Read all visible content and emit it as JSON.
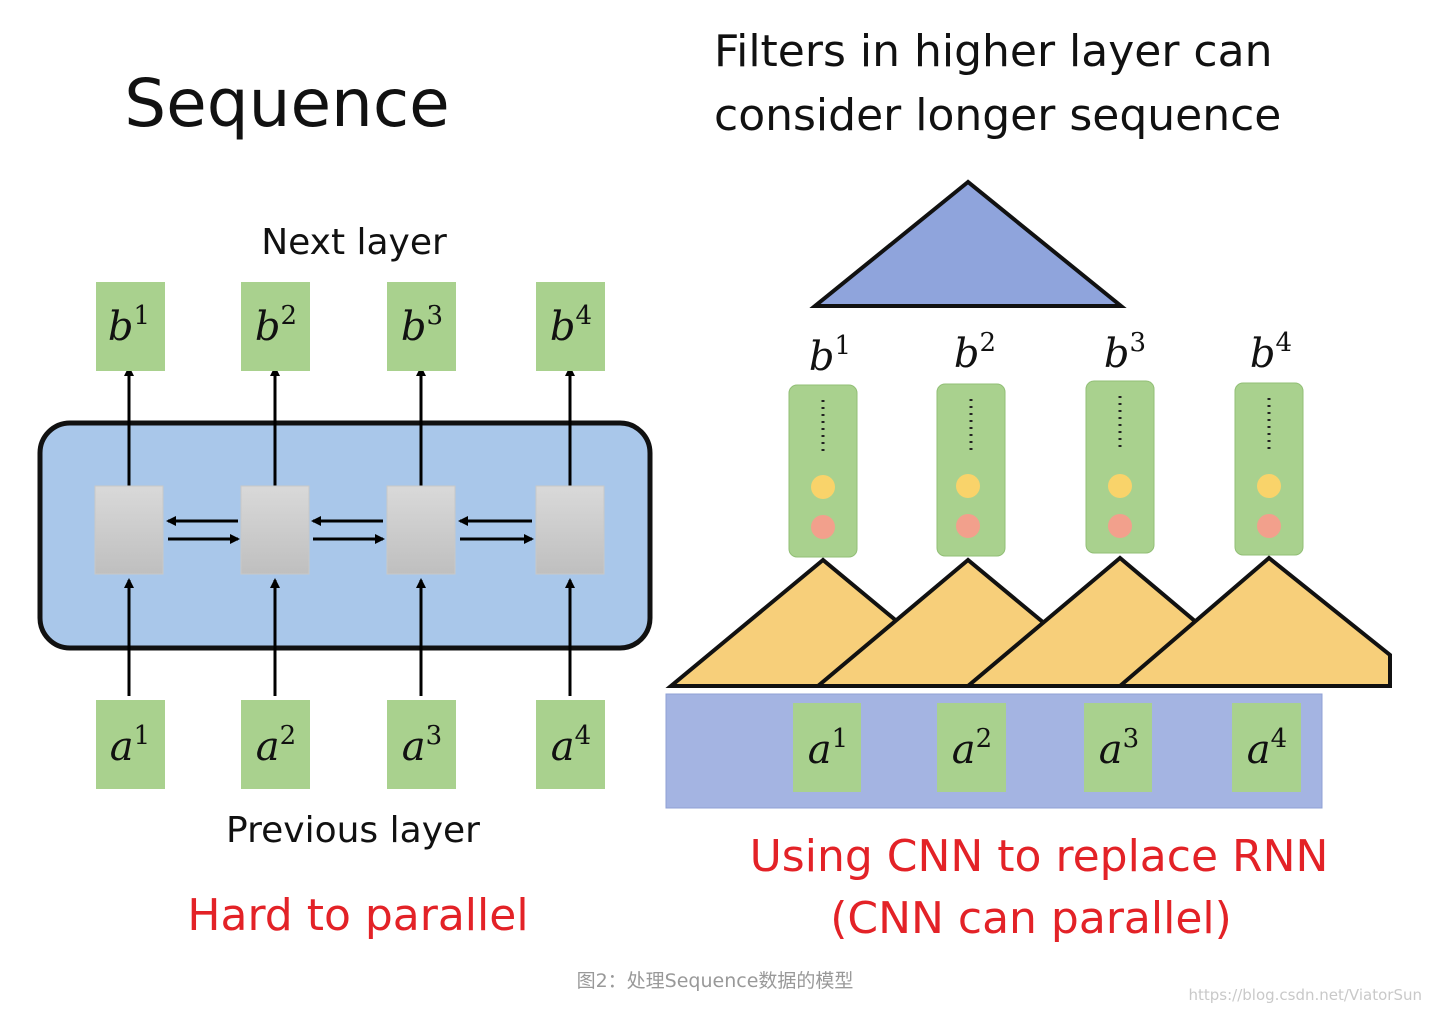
{
  "left_panel": {
    "title": "Sequence",
    "top_label": "Next layer",
    "bottom_label": "Previous layer",
    "note": "Hard to parallel",
    "outputs": [
      {
        "base": "b",
        "sup": "1"
      },
      {
        "base": "b",
        "sup": "2"
      },
      {
        "base": "b",
        "sup": "3"
      },
      {
        "base": "b",
        "sup": "4"
      }
    ],
    "inputs": [
      {
        "base": "a",
        "sup": "1"
      },
      {
        "base": "a",
        "sup": "2"
      },
      {
        "base": "a",
        "sup": "3"
      },
      {
        "base": "a",
        "sup": "4"
      }
    ]
  },
  "right_panel": {
    "title_line1": "Filters in higher layer can",
    "title_line2": "consider longer sequence",
    "outputs": [
      {
        "base": "b",
        "sup": "1"
      },
      {
        "base": "b",
        "sup": "2"
      },
      {
        "base": "b",
        "sup": "3"
      },
      {
        "base": "b",
        "sup": "4"
      }
    ],
    "inputs": [
      {
        "base": "a",
        "sup": "1"
      },
      {
        "base": "a",
        "sup": "2"
      },
      {
        "base": "a",
        "sup": "3"
      },
      {
        "base": "a",
        "sup": "4"
      }
    ],
    "note_line1": "Using CNN to replace RNN",
    "note_line2": "(CNN can parallel)"
  },
  "caption": "图2：处理Sequence数据的模型",
  "watermark": "https://blog.csdn.net/ViatorSun",
  "colors": {
    "green_box": "#a9d18e",
    "rnn_panel": "#a9c7ea",
    "filter_triangle": "#f7cf7a",
    "top_triangle": "#8fa4dc",
    "input_band": "#a4b4e2",
    "red_text": "#e32227",
    "yellow_dot": "#f9d36a",
    "red_dot": "#f2a08c"
  }
}
